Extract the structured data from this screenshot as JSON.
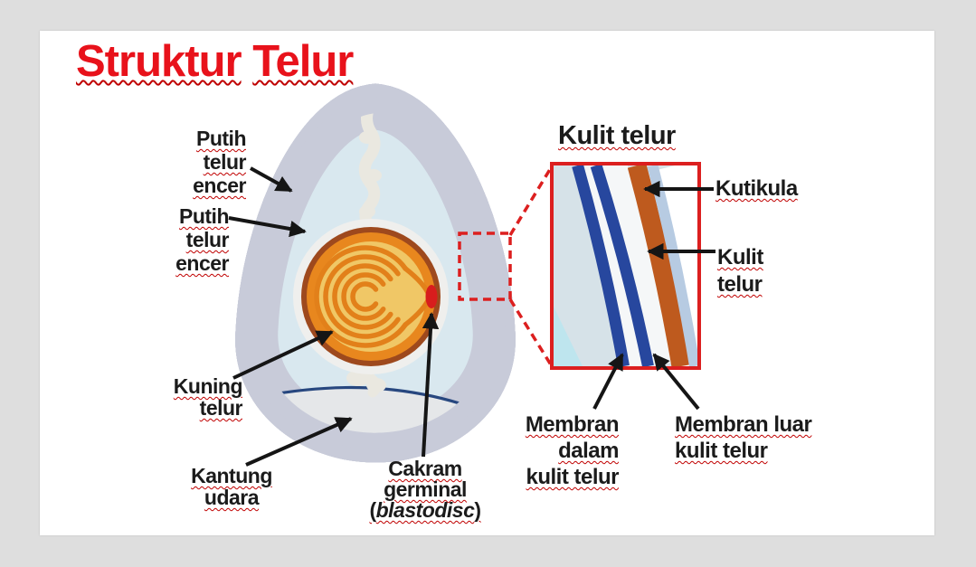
{
  "title": {
    "words": [
      "Struktur",
      "Telur"
    ]
  },
  "egg_labels": {
    "putih_telur_encer_1": [
      "Putih",
      "telur",
      "encer"
    ],
    "putih_telur_encer_2": [
      "Putih",
      "telur",
      "encer"
    ],
    "kuning_telur": [
      "Kuning",
      "telur"
    ],
    "kantung_udara": [
      "Kantung",
      "udara"
    ],
    "cakram_germinal": {
      "line1": "Cakram",
      "line2": "germinal",
      "open": "(",
      "word": "blastodisc",
      "close": ")"
    }
  },
  "inset": {
    "title": "Kulit telur",
    "labels": {
      "kutikula": "Kutikula",
      "kulit_telur": [
        "Kulit",
        "telur"
      ],
      "membran_dalam": [
        "Membran",
        "dalam",
        "kulit telur"
      ],
      "membran_luar": [
        "Membran luar",
        "kulit telur"
      ]
    }
  },
  "colors": {
    "background_gray": "#dedede",
    "slide_white": "#ffffff",
    "title_red": "#e8121b",
    "label_black": "#1b1b1b",
    "spellcheck_underline_red": "#c00000",
    "shell_brown": "#a04a1e",
    "shell_outline_lavender": "#c8cbd9",
    "membrane_navy": "#27477f",
    "albumen_outer_pale": "#d9e8ef",
    "albumen_inner_blue": "#abd6e6",
    "air_sac_gray": "#e5e7e9",
    "chalaza_ivory": "#eae8e0",
    "yolk_ring_brown": "#9e491d",
    "yolk_orange": "#e8871e",
    "yolk_light": "#f0c766",
    "blastodisc_red": "#d81d1d",
    "zoom_highlight_red": "#dc1f1f",
    "inset_navy_stripe": "#27479e",
    "inset_orange_stripe": "#be5a1e",
    "inset_cuticle_blue": "#b7cbe2",
    "arrow_black": "#151515"
  }
}
